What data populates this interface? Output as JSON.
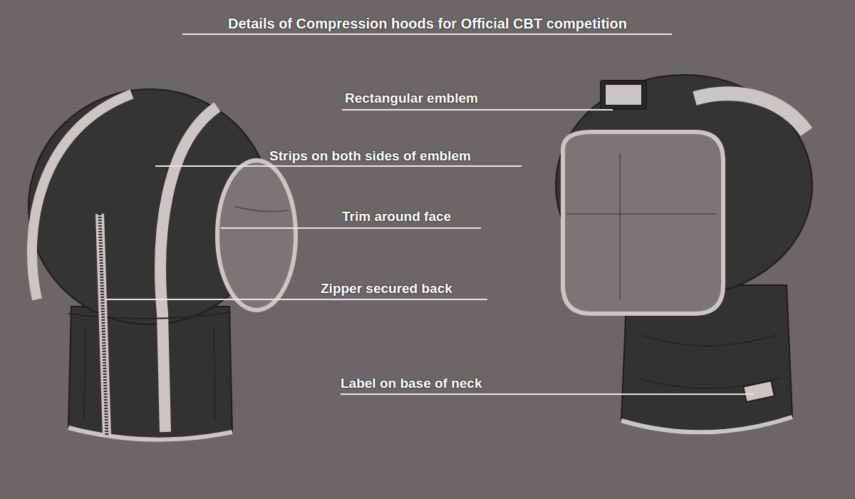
{
  "diagram": {
    "title": "Details of Compression hoods for Official CBT competition",
    "labels": [
      "Rectangular emblem",
      "Strips on both sides of emblem",
      "Trim around face",
      "Zipper secured back",
      "Label on base of neck"
    ]
  }
}
